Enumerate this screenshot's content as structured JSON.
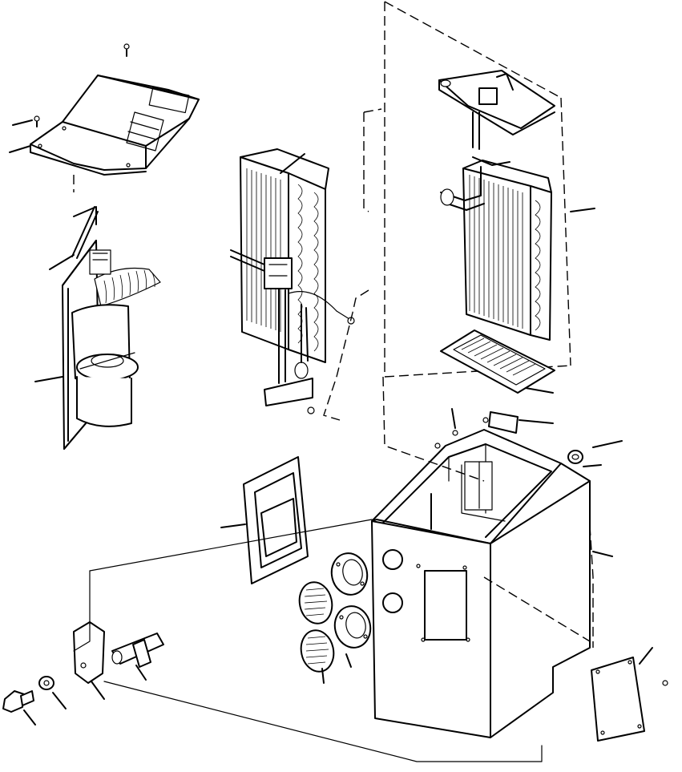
{
  "figure": {
    "colors": {
      "ink": "#000000",
      "paper": "#ffffff"
    },
    "parts": [
      "top-cover",
      "blower-motor-assembly",
      "front-heater-core",
      "dashed-evaporator-assembly",
      "air-filter-grille",
      "lower-housing",
      "side-seal-gasket",
      "louver-vents",
      "access-cover-plate",
      "bracket-and-fitting-hardware"
    ],
    "callout_count": 20
  }
}
